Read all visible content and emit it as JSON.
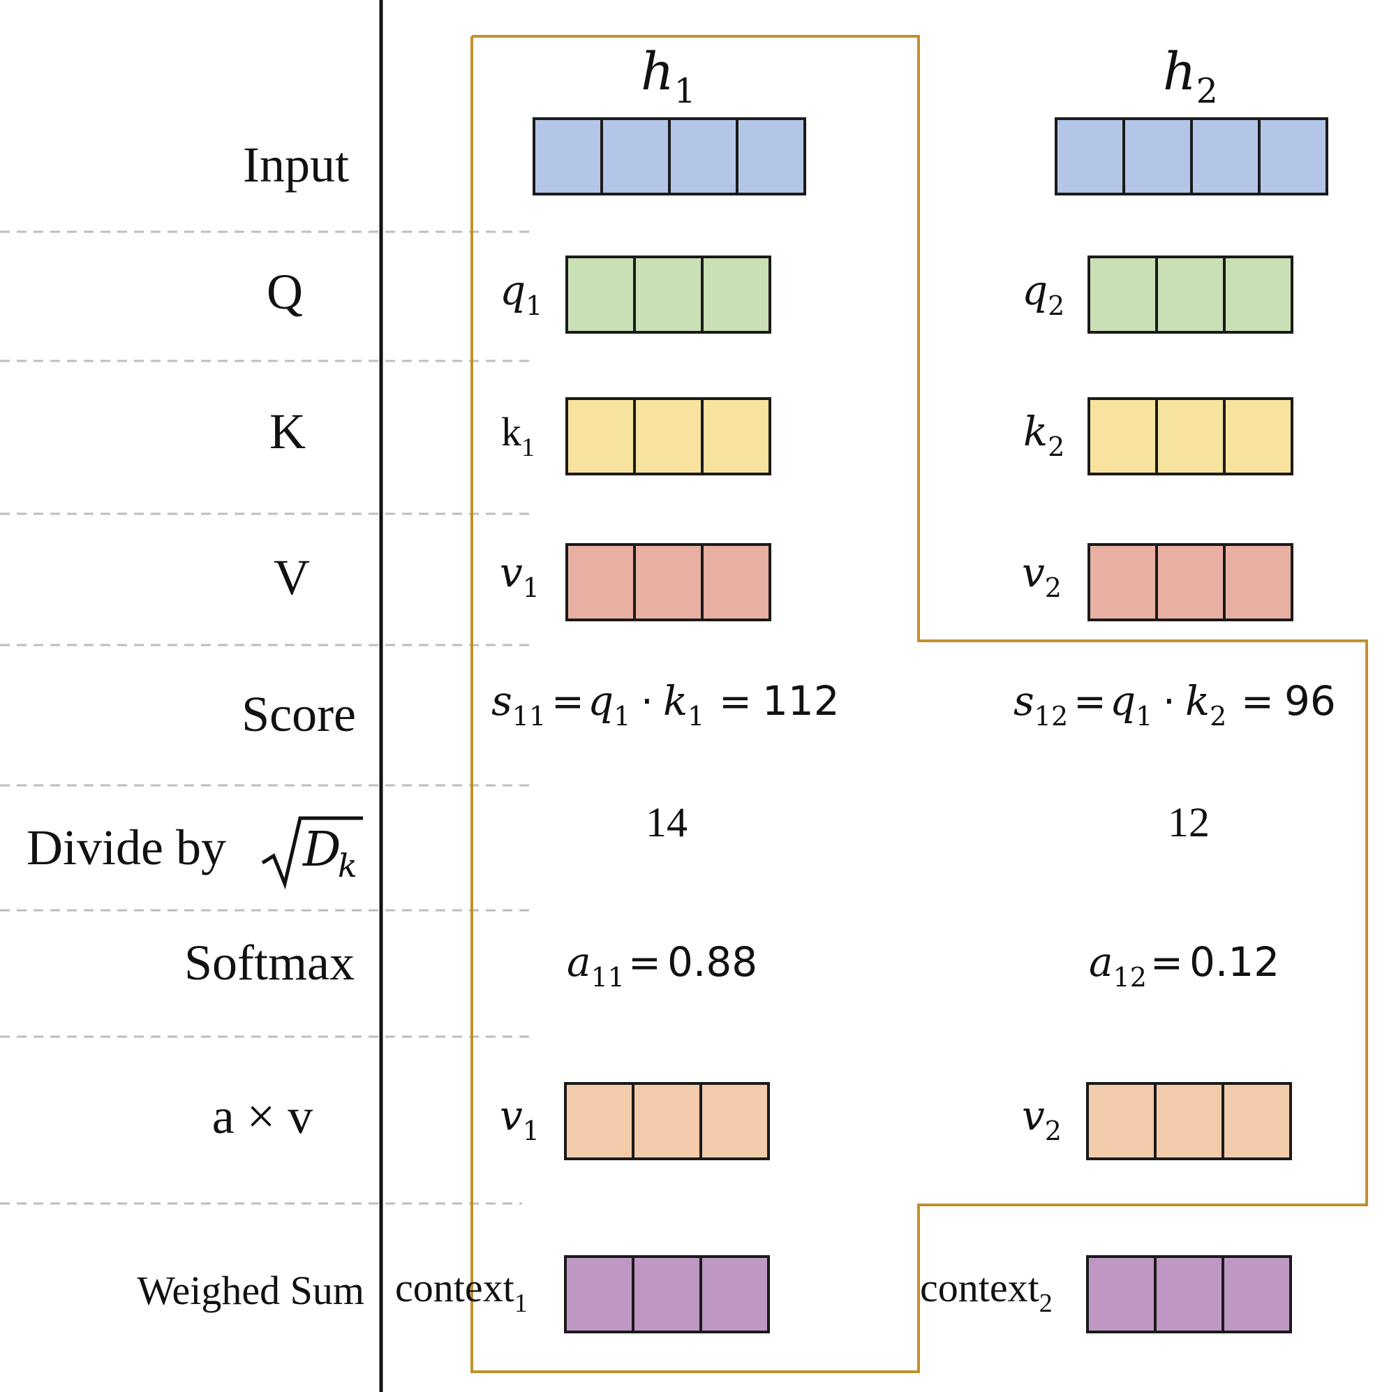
{
  "row_labels": {
    "input": "Input",
    "q": "Q",
    "k": "K",
    "v": "V",
    "score": "Score",
    "divide_prefix": "Divide by ",
    "divide_radicand": "D",
    "divide_sub": "k",
    "softmax": "Softmax",
    "av": "a × v",
    "weighted_sum": "Weighed Sum"
  },
  "tokens": [
    {
      "header": "h",
      "header_sub": "1",
      "q_label": "q",
      "q_sub": "1",
      "k_label": "k",
      "k_sub": "1",
      "v_label": "v",
      "v_sub": "1",
      "score_lhs": "s",
      "score_lhs_sub": "11",
      "score_q": "q",
      "score_q_sub": "1",
      "score_k": "k",
      "score_k_sub": "1",
      "score_value": "112",
      "scaled_value": "14",
      "softmax_label": "a",
      "softmax_sub": "11",
      "softmax_value": "0.88",
      "av_label": "v",
      "av_sub": "1",
      "context_label": "context",
      "context_sub": "1"
    },
    {
      "header": "h",
      "header_sub": "2",
      "q_label": "q",
      "q_sub": "2",
      "k_label": "k",
      "k_sub": "2",
      "v_label": "v",
      "v_sub": "2",
      "score_lhs": "s",
      "score_lhs_sub": "12",
      "score_q": "q",
      "score_q_sub": "1",
      "score_k": "k",
      "score_k_sub": "2",
      "score_value": "96",
      "scaled_value": "12",
      "softmax_label": "a",
      "softmax_sub": "12",
      "softmax_value": "0.12",
      "av_label": "v",
      "av_sub": "2",
      "context_label": "context",
      "context_sub": "2"
    }
  ],
  "colors": {
    "input": "#b4c6e7",
    "q": "#c9e0b6",
    "k": "#f7e29e",
    "v": "#e8b0a2",
    "av": "#f2cbaa",
    "context": "#bf97c3",
    "highlight_outline": "#c0912e",
    "divider": "#111111"
  },
  "vectors": {
    "input_cells": 4,
    "qkv_cells": 3
  }
}
